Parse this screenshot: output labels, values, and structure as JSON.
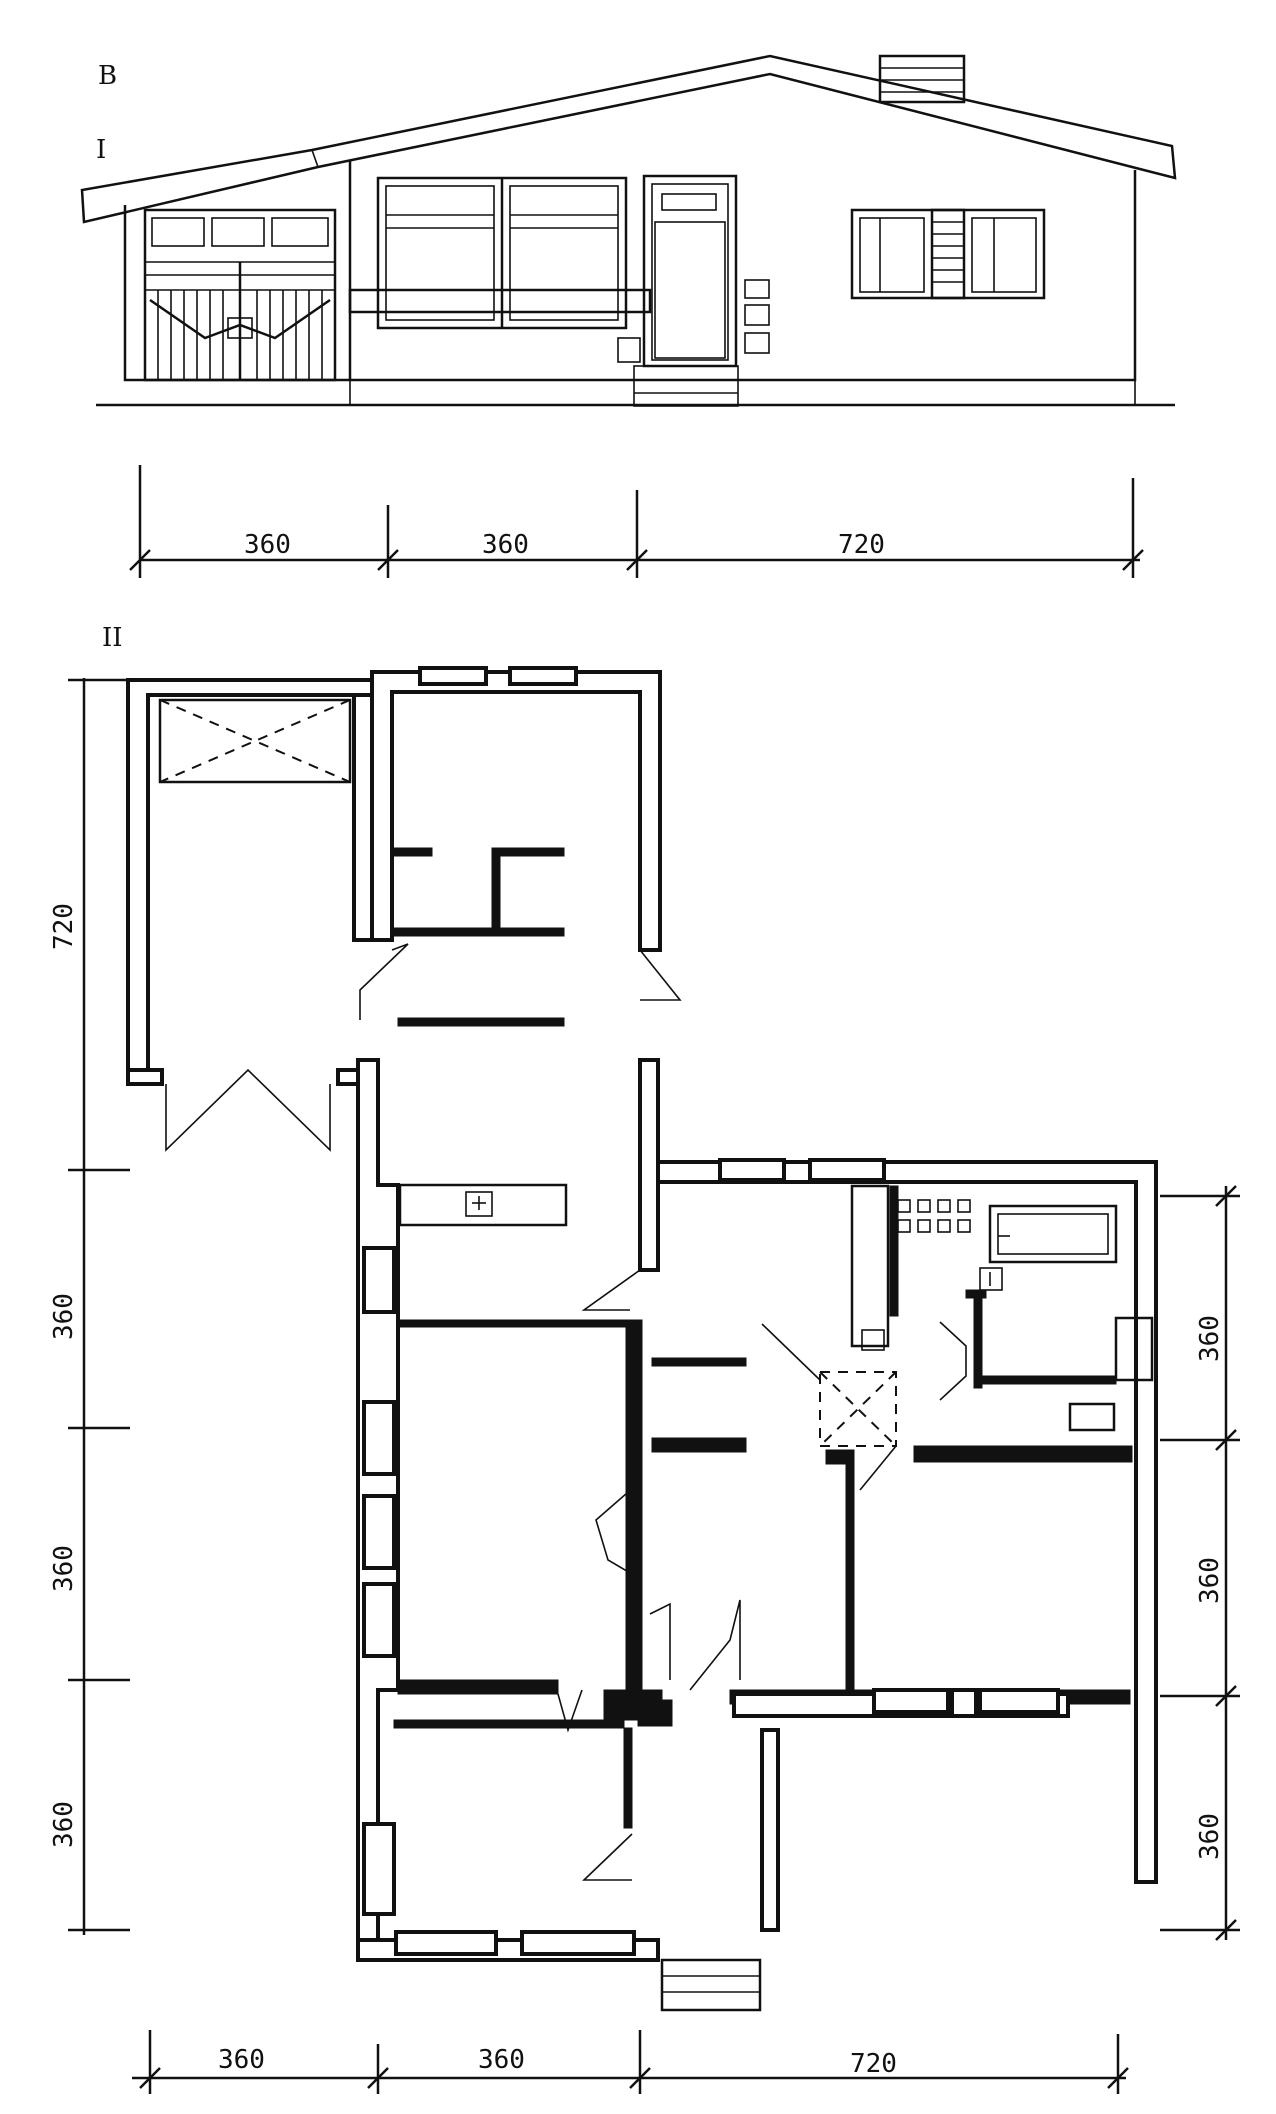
{
  "labels": {
    "corner_letter": "B",
    "section_1": "I",
    "section_2": "II"
  },
  "elevation_dims": [
    "360",
    "360",
    "720"
  ],
  "plan_bottom_dims": [
    "360",
    "360",
    "720"
  ],
  "plan_left_dims": [
    "720",
    "360",
    "360",
    "360"
  ],
  "plan_right_dims": [
    "360",
    "360",
    "360"
  ]
}
